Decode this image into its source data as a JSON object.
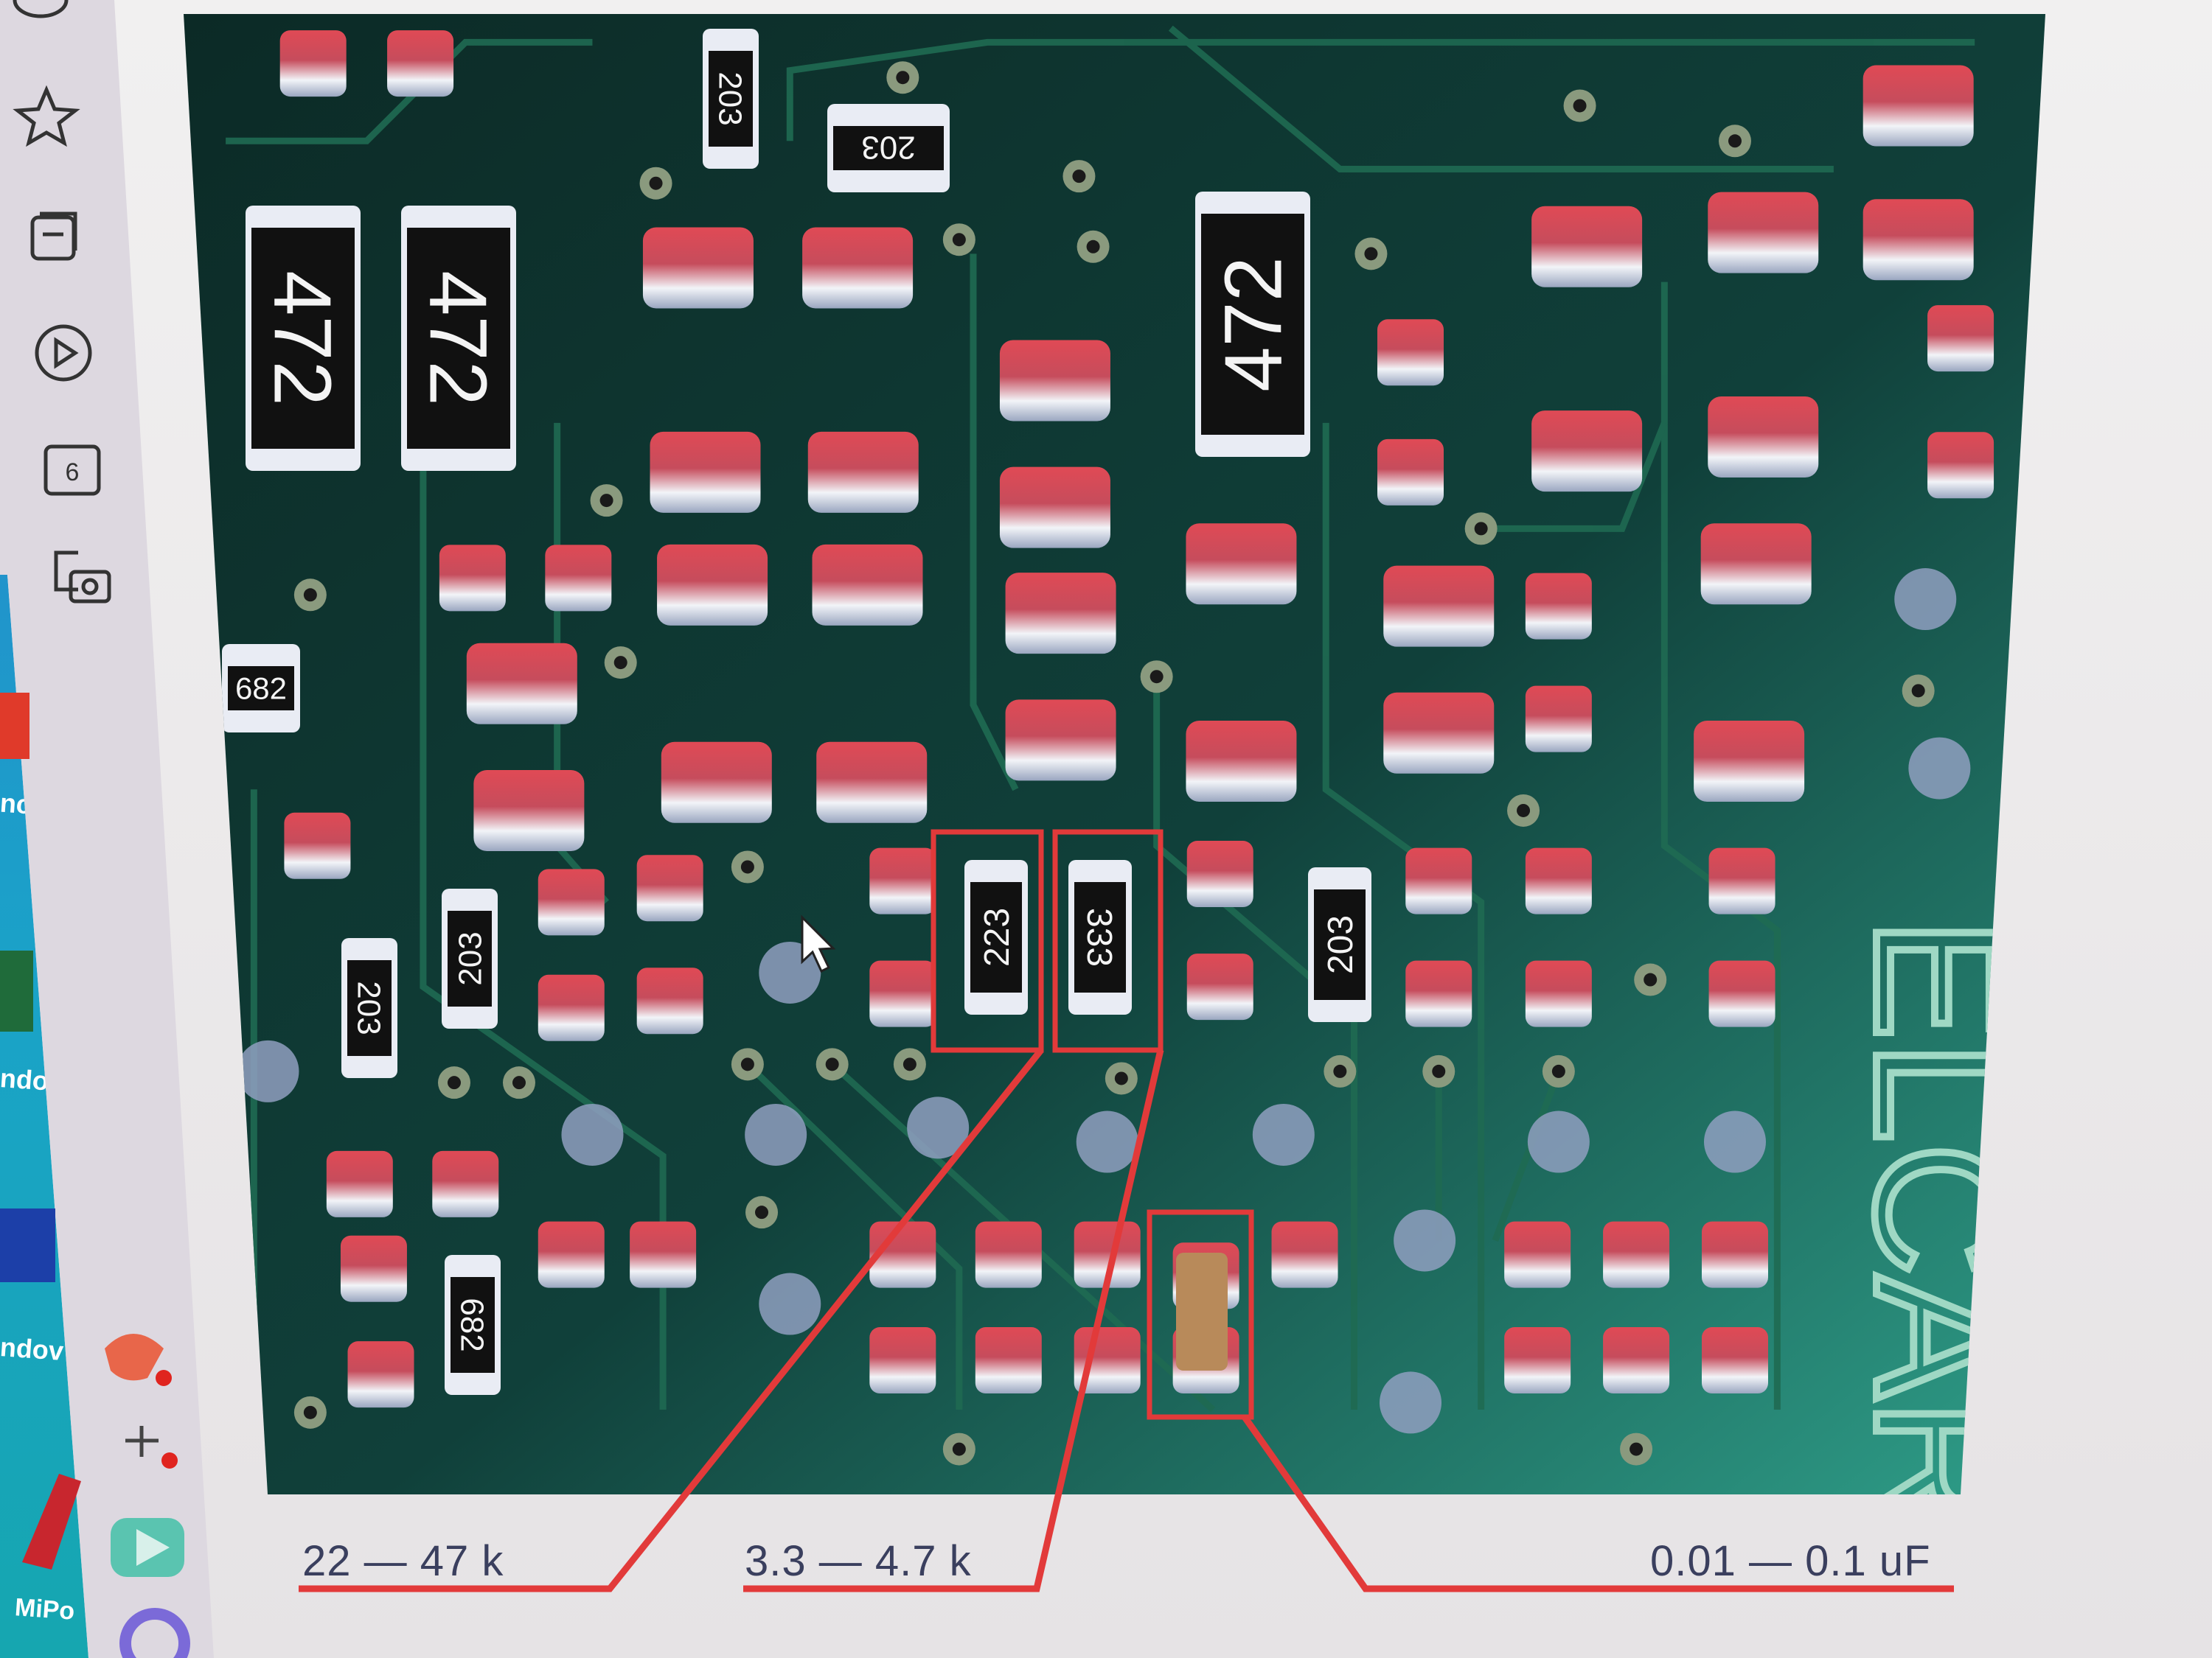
{
  "desktop": {
    "icon_labels": [
      "nc",
      "ndov",
      "ndov",
      "MiPo"
    ]
  },
  "sidebar": {
    "icons": [
      "profile-icon",
      "favorites-star-icon",
      "collections-icon",
      "video-play-icon",
      "tab-count-icon",
      "screenshot-camera-icon",
      "colorful-app-icon",
      "add-app-icon",
      "video-app-icon",
      "circle-app-icon"
    ],
    "tab_count": "6"
  },
  "pcb": {
    "brand_text": "ELCAR",
    "component_markings": [
      "472",
      "472",
      "472",
      "203",
      "203",
      "682",
      "203",
      "203",
      "223",
      "333",
      "203",
      "682"
    ]
  },
  "annotations": [
    {
      "label": "22 — 47 k"
    },
    {
      "label": "3.3 — 4.7 k"
    },
    {
      "label": "0.01 — 0.1 uF"
    }
  ],
  "colors": {
    "annotation_red": "#e23a3a",
    "board_green": "#0f3a34",
    "board_light": "#2f9f8a"
  }
}
